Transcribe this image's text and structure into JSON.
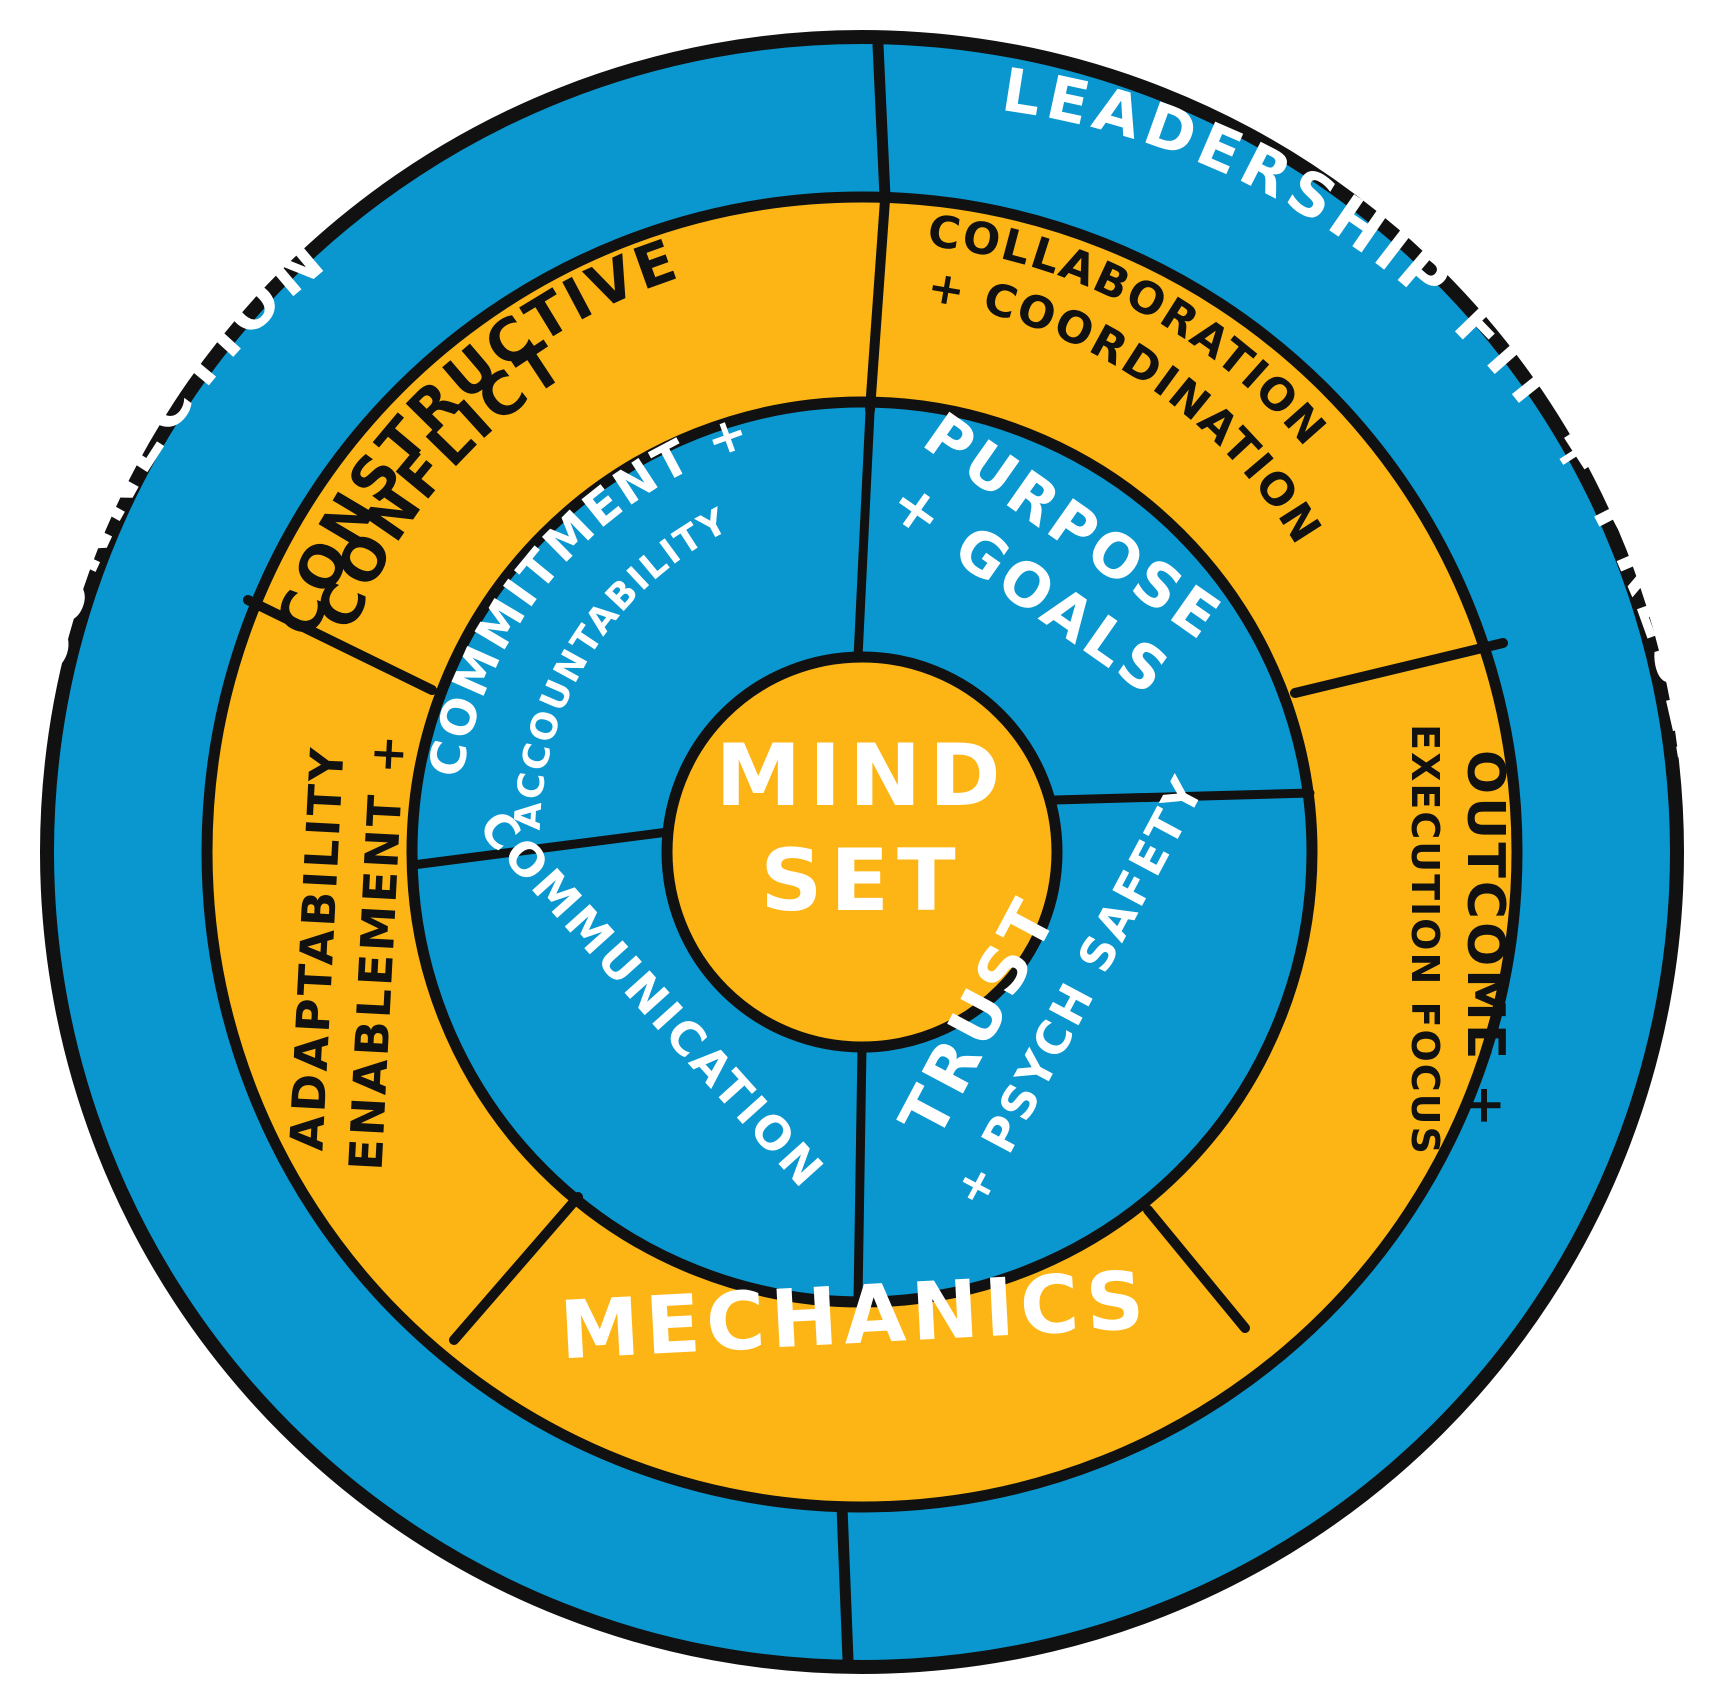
{
  "colors": {
    "blue": "#0a97cf",
    "orange": "#fdb515",
    "outline": "#111111",
    "text_light": "#ffffff",
    "text_dark": "#111111"
  },
  "outer_ring": {
    "left_label": "STAKEHOLDER + SYSTEM CONNECTION",
    "right_label": "LEADERSHIP FIT + PRESENCE"
  },
  "middle_ring": {
    "constructive_conflict": [
      "CONSTRUCTIVE",
      "CONFLICT"
    ],
    "collaboration": [
      "COLLABORATION",
      "+ COORDINATION"
    ],
    "outcome": [
      "OUTCOME +",
      "EXECUTION FOCUS"
    ],
    "mechanics": "MECHANICS",
    "adaptability": [
      "ADAPTABILITY",
      "ENABLEMENT +"
    ]
  },
  "inner_ring": {
    "commitment": [
      "COMMITMENT +",
      "ACCOUNTABILITY"
    ],
    "purpose": [
      "PURPOSE",
      "+ GOALS"
    ],
    "communication": "COMMUNICATION",
    "trust": [
      "TRUST",
      "+ PSYCH SAFETY"
    ]
  },
  "center": [
    "MIND",
    "SET"
  ]
}
